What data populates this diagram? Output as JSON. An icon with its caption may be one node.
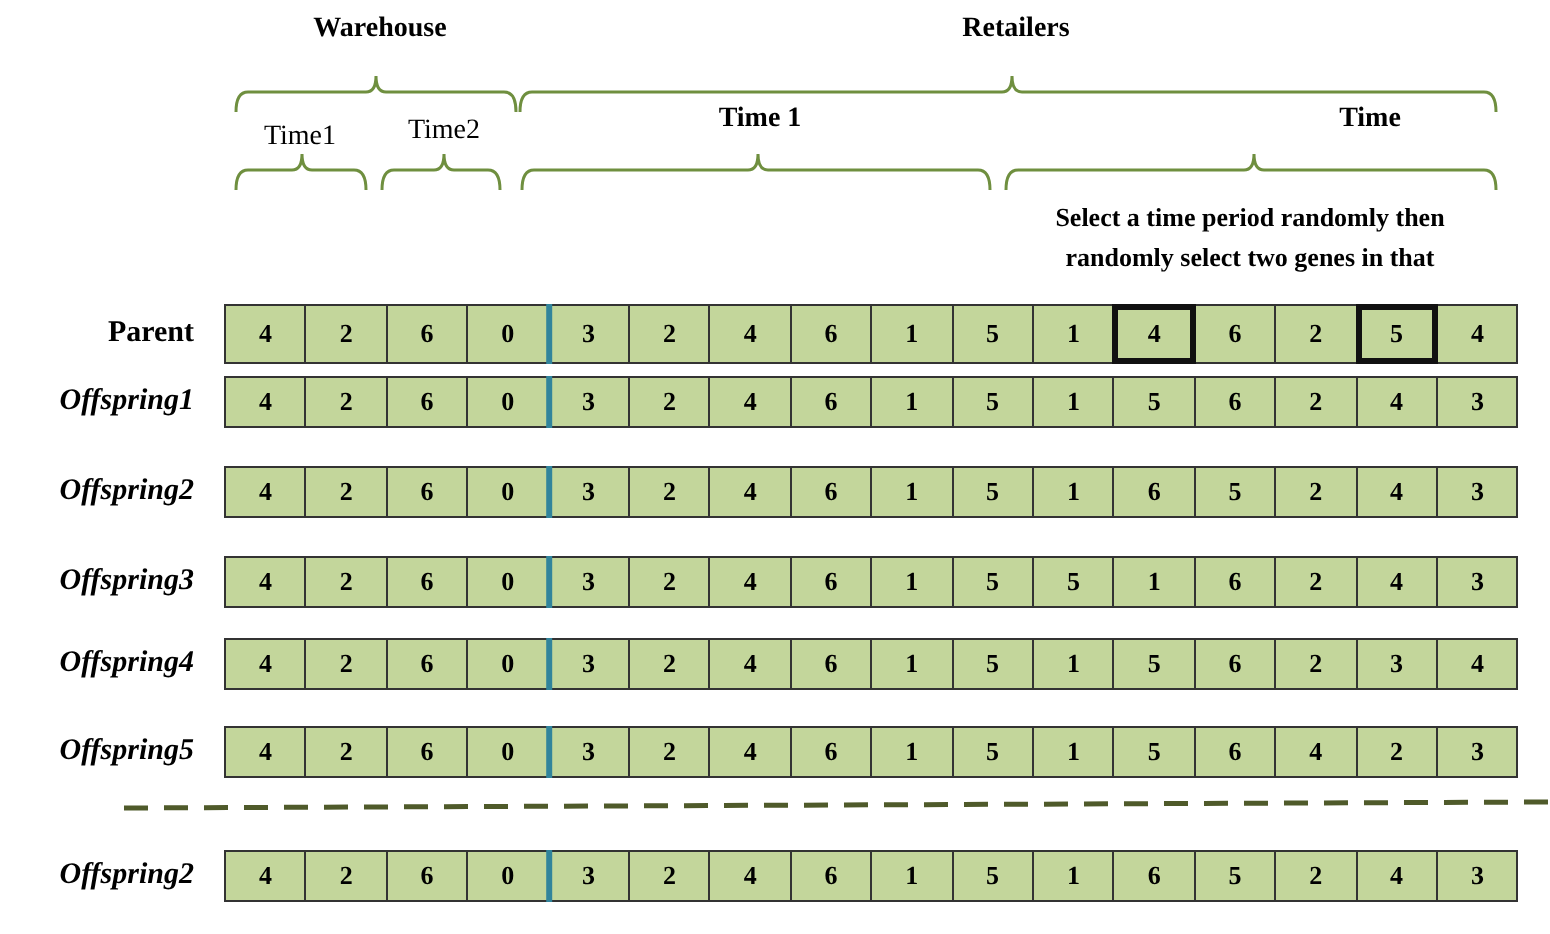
{
  "diagram": {
    "labels": [
      "Warehouse",
      "Retailers",
      "Time1",
      "Time2",
      "Time 1",
      "Time",
      "Select a time period randomly then randomly select two genes in that",
      "Parent",
      "4",
      "2",
      "6",
      "0",
      "3",
      "2",
      "4",
      "6",
      "1",
      "5",
      "1",
      "4",
      "6",
      "2",
      "5",
      "4",
      "Offspring1",
      "4",
      "2",
      "6",
      "0",
      "3",
      "2",
      "4",
      "6",
      "1",
      "5",
      "1",
      "5",
      "6",
      "2",
      "4",
      "3",
      "Offspring2",
      "4",
      "2",
      "6",
      "0",
      "3",
      "2",
      "4",
      "6",
      "1",
      "5",
      "1",
      "6",
      "5",
      "2",
      "4",
      "3",
      "Offspring3",
      "4",
      "2",
      "6",
      "0",
      "3",
      "2",
      "4",
      "6",
      "1",
      "5",
      "5",
      "1",
      "6",
      "2",
      "4",
      "3",
      "Offspring4",
      "4",
      "2",
      "6",
      "0",
      "3",
      "2",
      "4",
      "6",
      "1",
      "5",
      "1",
      "5",
      "6",
      "2",
      "3",
      "4",
      "Offspring5",
      "4",
      "2",
      "6",
      "0",
      "3",
      "2",
      "4",
      "6",
      "1",
      "5",
      "1",
      "5",
      "6",
      "4",
      "2",
      "3",
      "Offspring2",
      "4",
      "2",
      "6",
      "0",
      "3",
      "2",
      "4",
      "6",
      "1",
      "5",
      "1",
      "6",
      "5",
      "2",
      "4",
      "3"
    ]
  }
}
